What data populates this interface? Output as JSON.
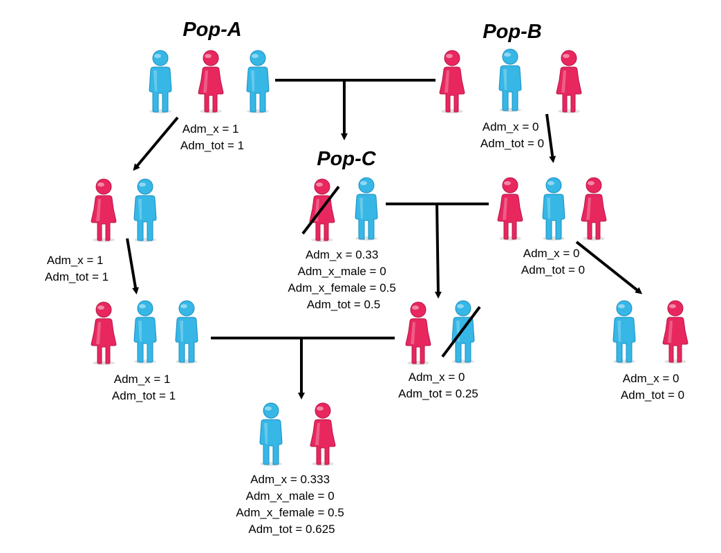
{
  "colors": {
    "male": "#36b7e6",
    "male_dark": "#1a8fc2",
    "female": "#e8275f",
    "female_dark": "#b81446",
    "line": "#000000"
  },
  "titles": {
    "pop_a": "Pop-A",
    "pop_b": "Pop-B",
    "pop_c": "Pop-C"
  },
  "groups": [
    {
      "id": "pop-a",
      "lines": [
        "Adm_x = 1",
        "Adm_tot = 1"
      ]
    },
    {
      "id": "pop-b",
      "lines": [
        "Adm_x = 0",
        "Adm_tot = 0"
      ]
    },
    {
      "id": "a-gen1",
      "lines": [
        "Adm_x = 1",
        "Adm_tot = 1"
      ]
    },
    {
      "id": "pop-c",
      "lines": [
        "Adm_x = 0.33",
        "Adm_x_male = 0",
        "Adm_x_female = 0.5",
        "Adm_tot = 0.5"
      ]
    },
    {
      "id": "b-gen1",
      "lines": [
        "Adm_x = 0",
        "Adm_tot = 0"
      ]
    },
    {
      "id": "a-gen2",
      "lines": [
        "Adm_x = 1",
        "Adm_tot = 1"
      ]
    },
    {
      "id": "c-offspring",
      "lines": [
        "Adm_x = 0",
        "Adm_tot = 0.25"
      ]
    },
    {
      "id": "b-gen2",
      "lines": [
        "Adm_x = 0",
        "Adm_tot = 0"
      ]
    },
    {
      "id": "final-offspring",
      "lines": [
        "Adm_x = 0.333",
        "Adm_x_male = 0",
        "Adm_x_female = 0.5",
        "Adm_tot = 0.625"
      ]
    }
  ]
}
